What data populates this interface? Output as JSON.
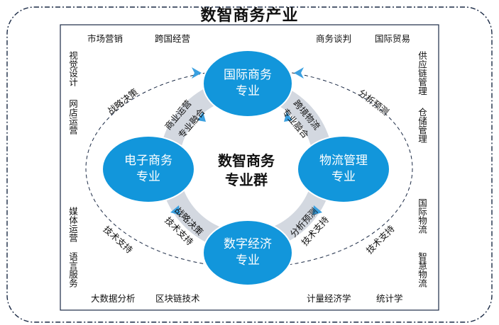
{
  "title": "数智商务产业",
  "colors": {
    "node": "#1296db",
    "ring": "#d3d8e0",
    "arrow": "#3aa0e0",
    "border": "#1b2a45"
  },
  "industry_labels": {
    "top_left_1": "市场营销",
    "top_left_2": "跨国经营",
    "top_right_1": "商务谈判",
    "top_right_2": "国际贸易",
    "left_1": "视觉设计",
    "left_2": "网店运营",
    "left_3": "媒体运营",
    "left_4": "语言服务",
    "right_1": "供应链管理",
    "right_2": "仓储管理",
    "right_3": "国际物流",
    "right_4": "智慧物流",
    "bottom_left_1": "大数据分析",
    "bottom_left_2": "区块链技术",
    "bottom_right_1": "计量经济学",
    "bottom_right_2": "统计学"
  },
  "nodes": {
    "top": [
      "国际商务",
      "专业"
    ],
    "left": [
      "电子商务",
      "专业"
    ],
    "right": [
      "物流管理",
      "专业"
    ],
    "bottom": [
      "数字经济",
      "专业"
    ]
  },
  "center": [
    "数智商务",
    "专业群"
  ],
  "ring_labels": {
    "tl_1": "商业运营",
    "tl_2": "专业融合",
    "tr_1": "跨境物流",
    "tr_2": "专业融合",
    "bl_1": "战略决策",
    "bl_2": "技术支持",
    "br_1": "分析预测",
    "br_2": "技术支持"
  },
  "outer_labels": {
    "tl": "战略决策",
    "tr": "分析预测",
    "bl": "技术支持",
    "br": "技术支持"
  }
}
